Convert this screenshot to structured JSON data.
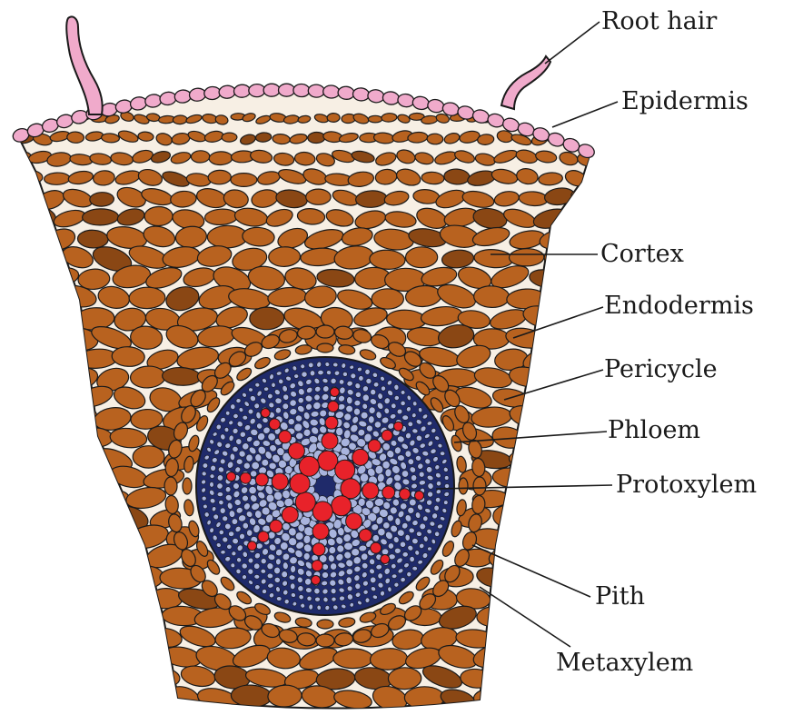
{
  "diagram": {
    "labels": {
      "root_hair": "Root hair",
      "epidermis": "Epidermis",
      "cortex": "Cortex",
      "endodermis": "Endodermis",
      "pericycle": "Pericycle",
      "phloem": "Phloem",
      "protoxylem": "Protoxylem",
      "pith": "Pith",
      "metaxylem": "Metaxylem"
    },
    "colors": {
      "cortex_cell": "#b8621f",
      "cortex_cell_dark": "#8a4714",
      "epidermis": "#f0aacb",
      "stele_background": "#1f2a6a",
      "stele_cell": "#a9b4de",
      "xylem": "#e8222a",
      "outline": "#1a1a1a"
    },
    "xylem_arm_count": 8
  }
}
